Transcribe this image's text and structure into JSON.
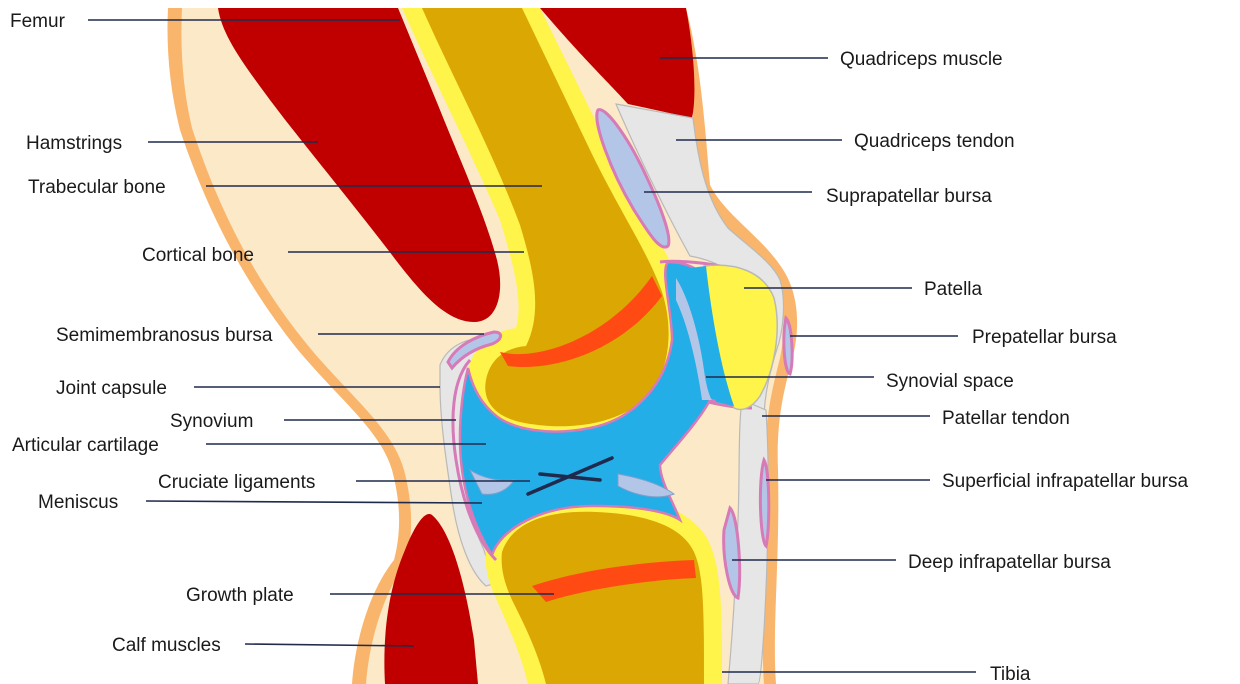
{
  "colors": {
    "skin": "#f9b56b",
    "soft_tissue": "#fbe9c8",
    "muscle": "#c00000",
    "bone_marrow": "#dba703",
    "cortical_bone": "#fff44a",
    "growth_plate": "#ff4a14",
    "cartilage": "#23aee8",
    "bursa_fill": "#b4c6e7",
    "bursa_outline": "#d77ab8",
    "tendon_capsule": "#e6e6e6",
    "leader": "#1f2a4d"
  },
  "labels": {
    "femur": "Femur",
    "hamstrings": "Hamstrings",
    "trabecular_bone": "Trabecular bone",
    "cortical_bone": "Cortical bone",
    "semimembranosus_bursa": "Semimembranosus bursa",
    "joint_capsule": "Joint capsule",
    "synovium": "Synovium",
    "articular_cartilage": "Articular cartilage",
    "cruciate_ligaments": "Cruciate ligaments",
    "meniscus": "Meniscus",
    "growth_plate": "Growth plate",
    "calf_muscles": "Calf muscles",
    "quadriceps_muscle": "Quadriceps muscle",
    "quadriceps_tendon": "Quadriceps tendon",
    "suprapatellar_bursa": "Suprapatellar bursa",
    "patella": "Patella",
    "prepatellar_bursa": "Prepatellar bursa",
    "synovial_space": "Synovial space",
    "patellar_tendon": "Patellar tendon",
    "superficial_infrapatellar_bursa": "Superficial infrapatellar bursa",
    "deep_infrapatellar_bursa": "Deep infrapatellar bursa",
    "tibia": "Tibia"
  }
}
